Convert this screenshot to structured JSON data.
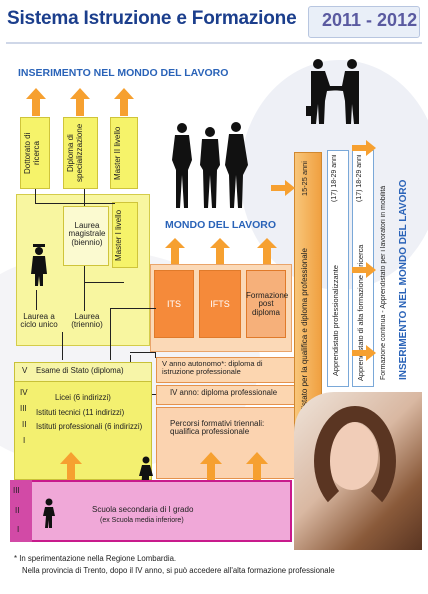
{
  "header": {
    "title": "Sistema Istruzione e Formazione",
    "years": "2011 - 2012"
  },
  "top_banner": "INSERIMENTO NEL MONDO DEL LAVORO",
  "mondo_lavoro": "MONDO DEL LAVORO",
  "right_vertical": "INSERIMENTO NEL MONDO DEL LAVORO",
  "university": {
    "dottorato": "Dottorato di ricerca",
    "diploma_spec": "Diploma di specializzazione",
    "master2": "Master II livello",
    "laurea_magistrale": "Laurea magistrale (biennio)",
    "master1": "Master I livello",
    "laurea_ciclo": "Laurea a ciclo unico",
    "laurea_triennio": "Laurea (triennio)"
  },
  "vocational": {
    "its": "ITS",
    "ifts": "IFTS",
    "formazione_post": "Formazione post diploma",
    "v_anno": "V anno autonomo*: diploma di istruzione professionale",
    "iv_anno": "IV anno: diploma professionale",
    "percorsi": "Percorsi formativi triennali: qualifica professionale"
  },
  "secondary": {
    "esame": "Esame di Stato (diploma)",
    "licei": "Licei (6 indirizzi)",
    "tecnici": "Istituti tecnici (11 indirizzi)",
    "professionali": "Istituti professionali (6 indirizzi)",
    "roman": [
      "V",
      "IV",
      "III",
      "II",
      "I"
    ]
  },
  "apprenticeship": {
    "qualifica": "Apprendistato per la qualifica e diploma professionale",
    "qualifica_age": "15-25 anni",
    "professionalizzante": "Apprendistato professionalizzante",
    "professionalizzante_age": "(17) 18-29 anni",
    "alta_formazione": "Apprendistato di alta formazione e ricerca",
    "alta_formazione_age": "(17) 18-29 anni",
    "continua": "Formazione continua - Apprendistato per i lavoratori in mobilità"
  },
  "lower_secondary": {
    "label": "Scuola secondaria di I grado",
    "sublabel": "(ex Scuola media inferiore)",
    "roman": [
      "III",
      "II",
      "I"
    ]
  },
  "footnote": {
    "line1": "* In sperimentazione nella Regione Lombardia.",
    "line2": "Nella provincia di Trento, dopo il IV anno, si può accedere all'alta formazione professionale"
  },
  "colors": {
    "title_blue": "#1b3e8c",
    "accent_blue": "#2a63b8",
    "yellow": "#f6f36a",
    "orange": "#f5a35a",
    "magenta": "#c81a8c",
    "pink_bg": "#f4b8e0"
  }
}
